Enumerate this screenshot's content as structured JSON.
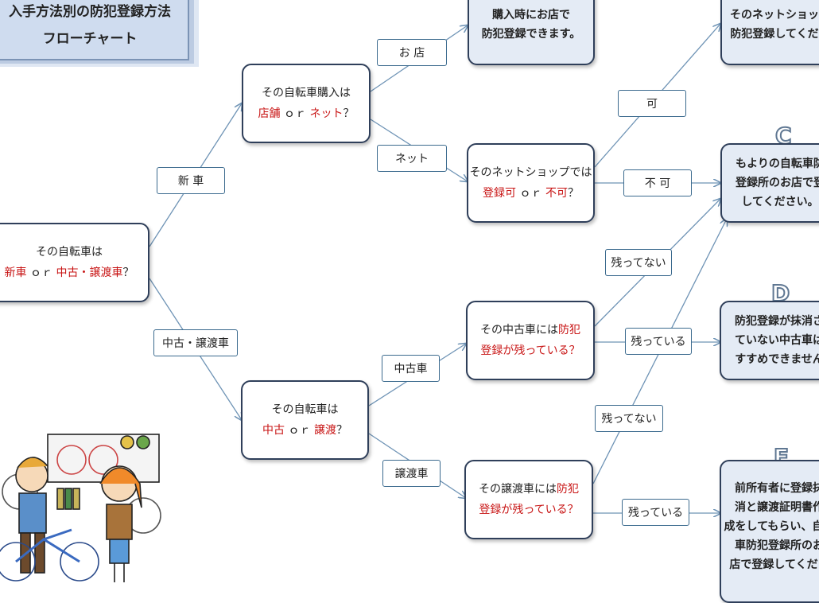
{
  "title": {
    "line1": "入手方法別の防犯登録方法",
    "line2": "フローチャート"
  },
  "nodes": {
    "root": {
      "line1": "その自転車は",
      "a": "新車",
      "or": "ｏｒ",
      "b": "中古・譲渡車",
      "q": "？"
    },
    "new_purchase": {
      "line1": "その自転車購入は",
      "a": "店舗",
      "or": "ｏｒ",
      "b": "ネット",
      "q": "？"
    },
    "netshop": {
      "line1": "そのネットショップでは",
      "a": "登録可",
      "or": "ｏｒ",
      "b": "不可",
      "q": "？"
    },
    "used_or_transfer": {
      "line1": "その自転車は",
      "a": "中古",
      "or": "ｏｒ",
      "b": "譲渡",
      "q": "？"
    },
    "used_check": {
      "pre": "その中古車には",
      "red1": "防犯",
      "red2": "登録が残っている？"
    },
    "transfer_check": {
      "pre": "その譲渡車には",
      "red1": "防犯",
      "red2": "登録が残っている？"
    }
  },
  "labels": {
    "shinsha": "新 車",
    "chuko_joto": "中古・譲渡車",
    "omise": "お 店",
    "netto": "ネット",
    "ka": "可",
    "fuka": "不 可",
    "chukosha": "中古車",
    "jotosha": "譲渡車",
    "nokottenai1": "残ってない",
    "nokotteiru1": "残っている",
    "nokottenai2": "残ってない",
    "nokotteiru2": "残っている"
  },
  "results": {
    "a": {
      "lines": [
        "購入時にお店で",
        "防犯登録できます。"
      ]
    },
    "b": {
      "lines": [
        "そのネットショップ",
        "防犯登録してくださ"
      ]
    },
    "c": {
      "letter": "C",
      "lines": [
        "もよりの自転車防",
        "登録所のお店で登",
        "してください。"
      ]
    },
    "d": {
      "letter": "D",
      "lines": [
        "防犯登録が抹消さ",
        "ていない中古車は",
        "すすめできません"
      ]
    },
    "e": {
      "letter": "E",
      "lines": [
        "前所有者に登録抹",
        "消と譲渡証明書作",
        "成をしてもらい、自転",
        "車防犯登録所のお",
        "店で登録してくださ"
      ]
    }
  },
  "colors": {
    "red": "#c81414",
    "border": "#2f3f5a",
    "result_bg": "#e4ebf5",
    "line": "#6e93b5"
  }
}
